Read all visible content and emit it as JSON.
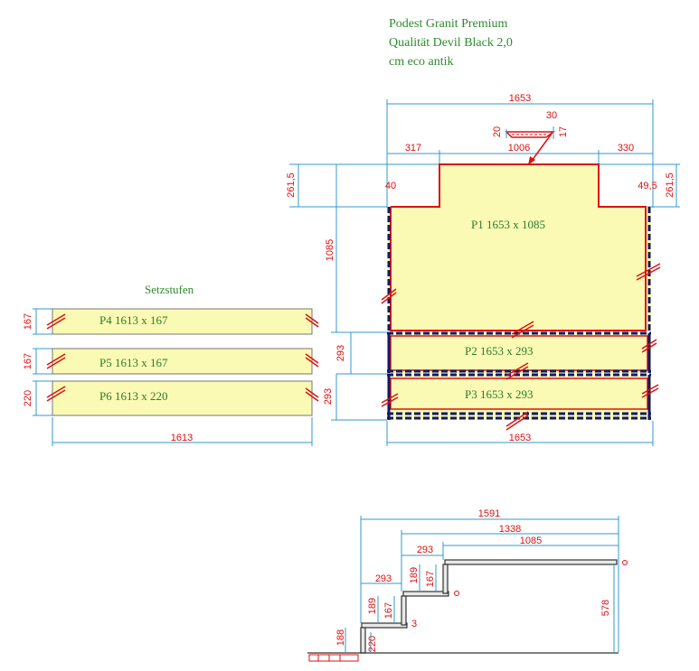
{
  "title": {
    "line1": "Podest Granit Premium",
    "line2": "Qualität Devil Black 2,0",
    "line3": "cm eco antik"
  },
  "setzstufen_label": "Setzstufen",
  "panels": {
    "p1": "P1    1653 x 1085",
    "p2": "P2    1653 x 293",
    "p3": "P3    1653 x 293",
    "p4": "P4    1613 x 167",
    "p5": "P5    1613 x 167",
    "p6": "P6    1613 x 220"
  },
  "dims": {
    "top_total": "1653",
    "top_left": "317",
    "top_mid": "1006",
    "top_right": "330",
    "arrow_a": "30",
    "arrow_b": "20",
    "arrow_c": "17",
    "notch_left": "261,5",
    "notch_right": "261,5",
    "inset_left": "40",
    "inset_right": "49,5",
    "p1_height": "1085",
    "p2_height": "293",
    "p3_height": "293",
    "bottom_total": "1653",
    "p4_height": "167",
    "p5_height": "167",
    "p6_height": "220",
    "setz_width": "1613",
    "side_1591": "1591",
    "side_1338": "1338",
    "side_1085": "1085",
    "side_293a": "293",
    "side_293b": "293",
    "side_189a": "189",
    "side_189b": "189",
    "side_167a": "167",
    "side_167b": "167",
    "side_188": "188",
    "side_220": "220",
    "side_578": "578",
    "side_3": "3"
  },
  "colors": {
    "slab_fill": "#fafab4",
    "cut_line": "#d11111",
    "dim_line": "#3399cc",
    "dim_text": "#d11111",
    "label_green": "#2e8b2e",
    "edge_blue": "#111a66"
  }
}
